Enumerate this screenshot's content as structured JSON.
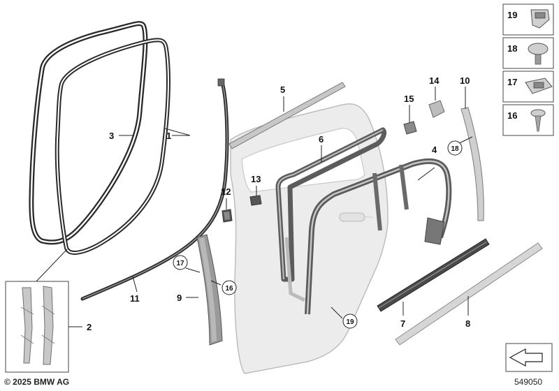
{
  "callouts": {
    "c1": "1",
    "c2": "2",
    "c3": "3",
    "c4": "4",
    "c5": "5",
    "c6": "6",
    "c7": "7",
    "c8": "8",
    "c9": "9",
    "c10": "10",
    "c11": "11",
    "c12": "12",
    "c13": "13",
    "c14": "14",
    "c15": "15",
    "c16_circle": "16",
    "c17_circle": "17",
    "c18_circle": "18",
    "c19_circle": "19"
  },
  "thumbnails": {
    "t19": "19",
    "t18": "18",
    "t17": "17",
    "t16": "16"
  },
  "footer": {
    "copyright": "© 2025 BMW AG",
    "diagram_number": "549050"
  }
}
